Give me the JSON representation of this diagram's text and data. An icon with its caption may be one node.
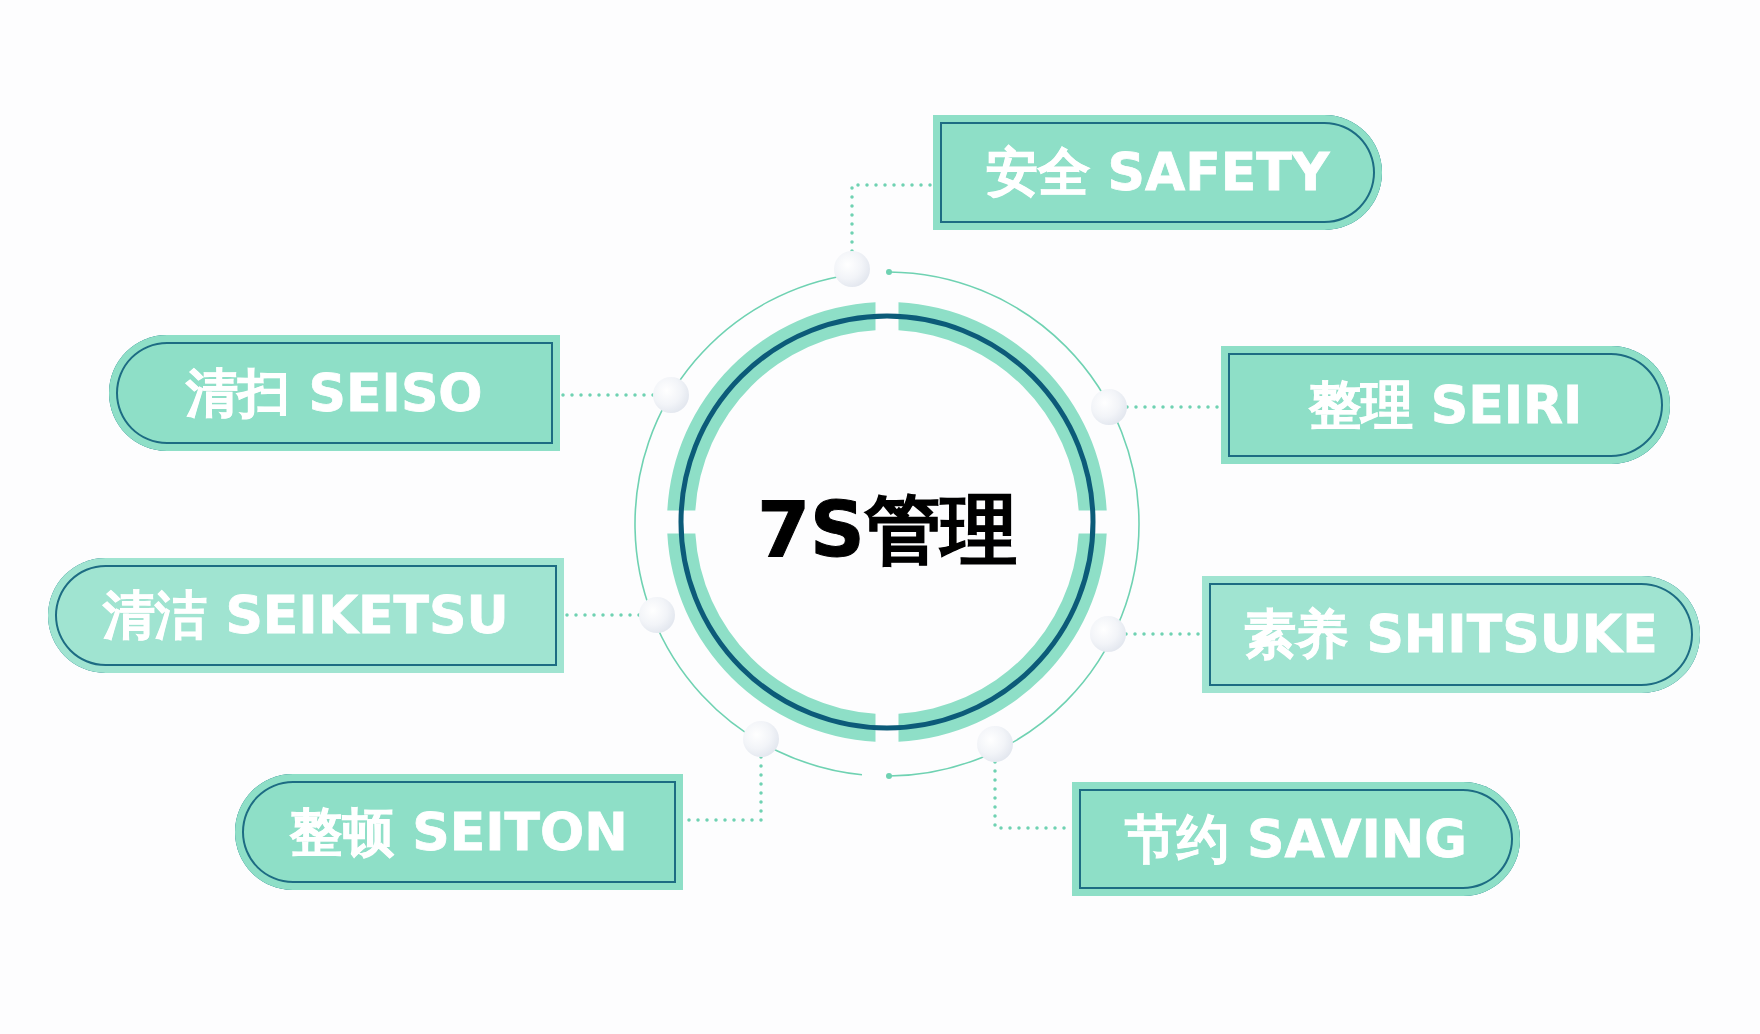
{
  "diagram": {
    "nodes": [
      {
        "text": [
          "7S管理"
        ]
      },
      {
        "text": [
          "安全 SAFETY"
        ]
      },
      {
        "text": [
          "清扫 SEISO"
        ]
      },
      {
        "text": [
          "整理 SEIRI"
        ]
      },
      {
        "text": [
          "清洁 SEIKETSU"
        ]
      },
      {
        "text": [
          "素养 SHITSUKE"
        ]
      },
      {
        "text": [
          "整顿 SEITON"
        ]
      },
      {
        "text": [
          "节约 SAVING"
        ]
      },
      {
        "text": [],
        "shape": "circle"
      },
      {
        "text": [],
        "shape": "circle"
      },
      {
        "text": [],
        "shape": "circle"
      },
      {
        "text": [],
        "shape": "circle"
      },
      {
        "text": [],
        "shape": "circle"
      },
      {
        "text": [],
        "shape": "circle"
      },
      {
        "text": [],
        "shape": "circle"
      }
    ],
    "edges": [
      {
        "from": 8,
        "to": 1,
        "arrow": "none",
        "style": "dashed"
      },
      {
        "from": 9,
        "to": 2,
        "arrow": "none",
        "style": "dashed"
      },
      {
        "from": 10,
        "to": 3,
        "arrow": "none",
        "style": "dashed"
      },
      {
        "from": 11,
        "to": 4,
        "arrow": "none",
        "style": "dashed"
      },
      {
        "from": 12,
        "to": 5,
        "arrow": "none",
        "style": "dashed"
      },
      {
        "from": 13,
        "to": 6,
        "arrow": "none",
        "style": "dashed"
      },
      {
        "from": 14,
        "to": 7,
        "arrow": "none",
        "style": "dashed"
      }
    ]
  }
}
